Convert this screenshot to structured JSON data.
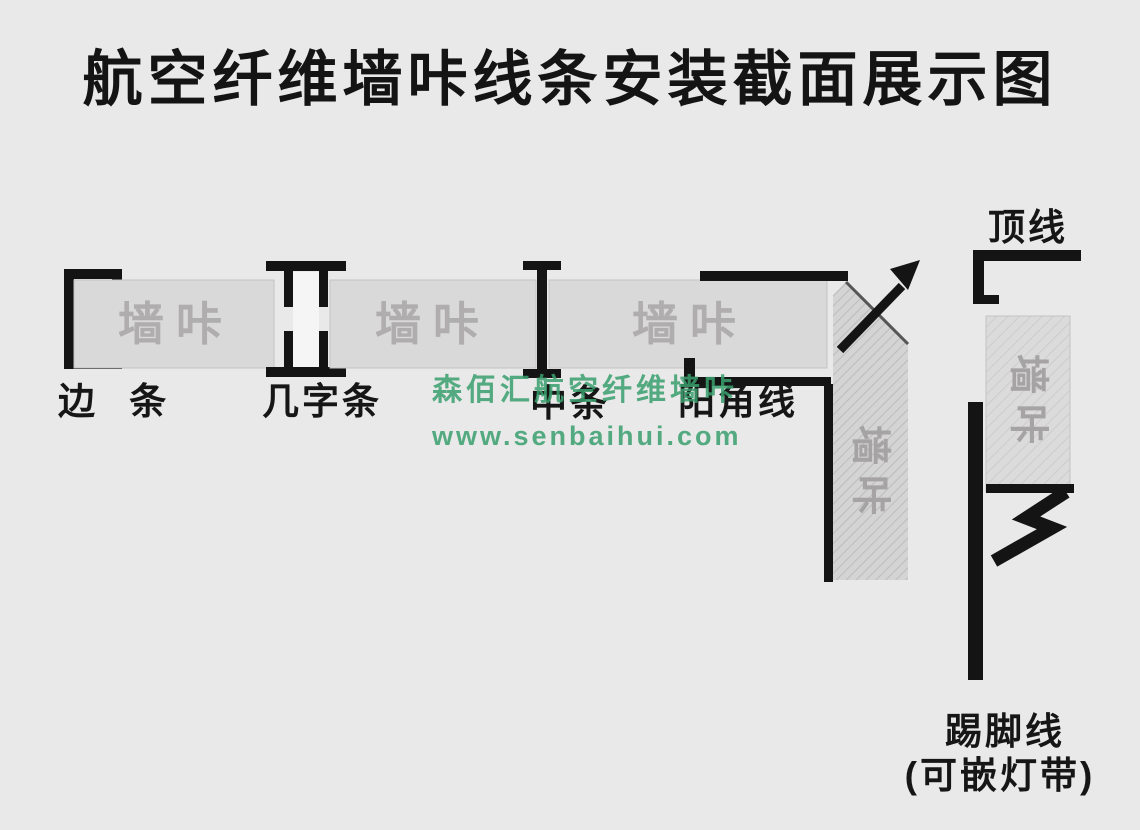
{
  "page": {
    "background": "#e9e9e9",
    "title": "航空纤维墙咔线条安装截面展示图"
  },
  "panels": {
    "watermark": "墙咔"
  },
  "labels": {
    "edge_strip": "边 条",
    "h_strip": "几字条",
    "middle_strip": "中条",
    "corner_line": "阳角线",
    "crown_line": "顶线",
    "skirting_line": "踢脚线",
    "skirting_note": "(可嵌灯带)"
  },
  "watermark": {
    "brand": "森佰汇航空纤维墙咔",
    "url": "www.senbaihui.com",
    "color": "#3aa06e"
  },
  "colors": {
    "ink": "#141414",
    "panel_fill": "#d9d9d9",
    "panel_text": "#afadad",
    "background": "#e9e9e9"
  }
}
